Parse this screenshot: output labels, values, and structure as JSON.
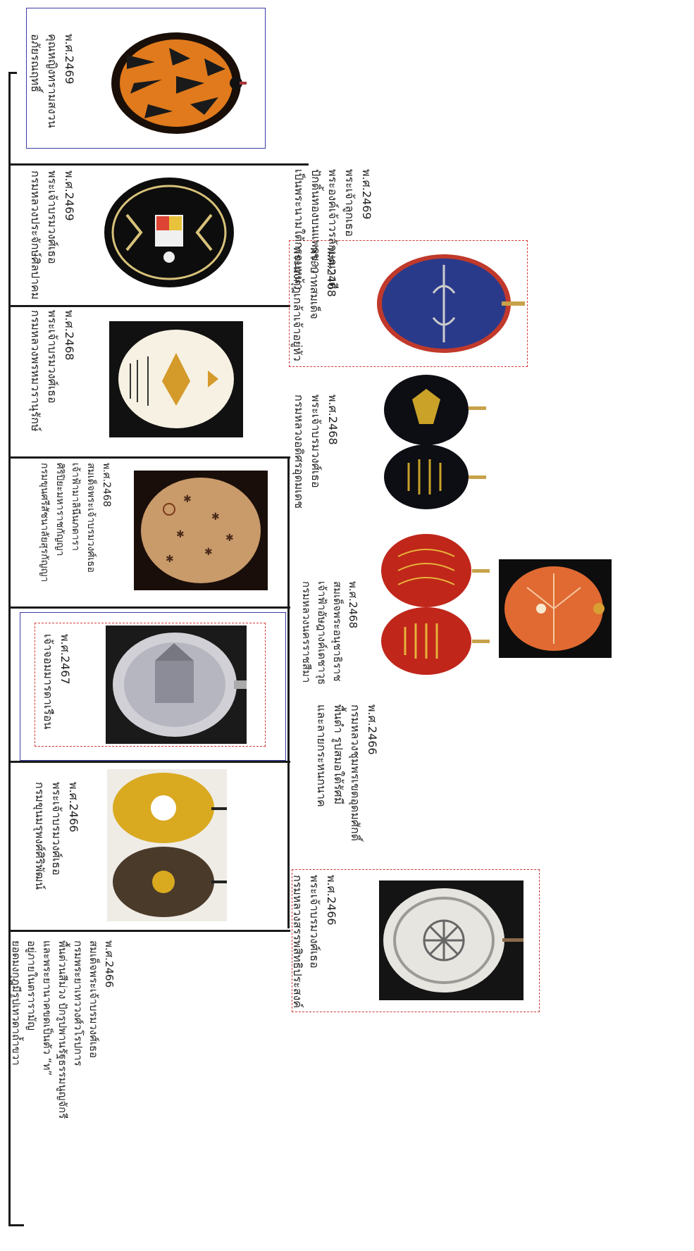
{
  "timeline": {
    "top_entries": [
      {
        "year": "พ.ศ.2469",
        "lines": [
          "คุณหญิงทรามสงวน",
          "อภัยรณฤทธิ์"
        ]
      },
      {
        "year": "พ.ศ.2469",
        "lines": [
          "พระเจ้าบรมวงศ์เธอ",
          "กรมหลวงประจักษ์ศิลปาคม"
        ]
      },
      {
        "year": "พ.ศ.2468",
        "lines": [
          "พระเจ้าบรมวงศ์เธอ",
          "กรมหลวงพรหมวรานุรักษ์"
        ]
      },
      {
        "year": "พ.ศ.2468",
        "lines": [
          "สมเด็จพระเจ้าบรมวงศ์เธอ",
          "เจ้าฟ้ามาลินีนภดารา",
          "ศิริปิยะมหาราชกัญญา",
          "กรมขุนศรีสัชนาลัยสุรกัญญา"
        ]
      },
      {
        "year": "พ.ศ.2467",
        "lines": [
          "เจ้าจอมมารดาเรือน"
        ]
      },
      {
        "year": "พ.ศ.2466",
        "lines": [
          "พระเจ้าบรมวงศ์เธอ",
          "กรมขุนมรุพงศ์ศิริพัฒน์"
        ]
      },
      {
        "year": "พ.ศ.2466",
        "lines": [
          "สมเด็จพระเจ้าบรมวงศ์เธอ",
          "กรมพระยาเทววงศ์วโรปการ",
          "พื้นต่วนสีม่วง ปักรูปพานรัฐธรรมนูญจักรี",
          "และพระยานาคขดเป็นตัว “ท”",
          "อยู่ภายในตรารามัญ",
          "ยอดมงกุฎมีรูปเทวดาถ้ำขวา"
        ]
      }
    ],
    "bottom_entries": [
      {
        "year": "พ.ศ.2469",
        "lines": [
          "พระเจ้าลูกเธอ",
          "พระองค์เจ้าวรลักษณาวดี",
          "ปักดิ้นทองบนแพรขาว",
          "เป็นพระนามใต้กรอบหน้า"
        ]
      },
      {
        "year": "พ.ศ.2468",
        "lines": [
          "พระบาทสมเด็จ",
          "พระมงกุฎเกล้าเจ้าอยู่หัว"
        ]
      },
      {
        "year": "พ.ศ.2468",
        "lines": [
          "พระเจ้าบรมวงศ์เธอ",
          "กรมหลวงอดิศรอุดมเดช"
        ]
      },
      {
        "year": "พ.ศ.2468",
        "lines": [
          "สมเด็จพระอนุชาธิราช",
          "เจ้าฟ้าอัษฎางค์เดชาวุธ",
          "กรมหลวงนครราชสีมา"
        ]
      },
      {
        "year": "พ.ศ.2466",
        "lines": [
          "กรมหลวงชุมพรเขตอุดมศักดิ์",
          "พื้นดำ รูปสมอใต้รัศมี",
          "และลายกระหนกนาค"
        ]
      },
      {
        "year": "พ.ศ.2466",
        "lines": [
          "พระเจ้าบรมวงศ์เธอ",
          "กรมหลวงสรรพสิทธิประสงค์"
        ]
      }
    ]
  },
  "colors": {
    "blue_frame": "#3a3aa8",
    "red_frame": "#d23a3a",
    "line": "#1a1a1a"
  },
  "fans": [
    {
      "name": "fan-tiger-stripe-icon"
    },
    {
      "name": "fan-garuda-emblem-icon"
    },
    {
      "name": "fan-white-inscription-icon"
    },
    {
      "name": "fan-constellation-icon"
    },
    {
      "name": "fan-silver-palace-icon"
    },
    {
      "name": "fan-pair-yellow-icon"
    },
    {
      "name": "fan-blue-trident-icon"
    },
    {
      "name": "fan-pair-black-gold-icon"
    },
    {
      "name": "fan-pair-red-gold-icon"
    },
    {
      "name": "fan-orange-anchor-icon"
    },
    {
      "name": "fan-white-wheel-icon"
    }
  ]
}
